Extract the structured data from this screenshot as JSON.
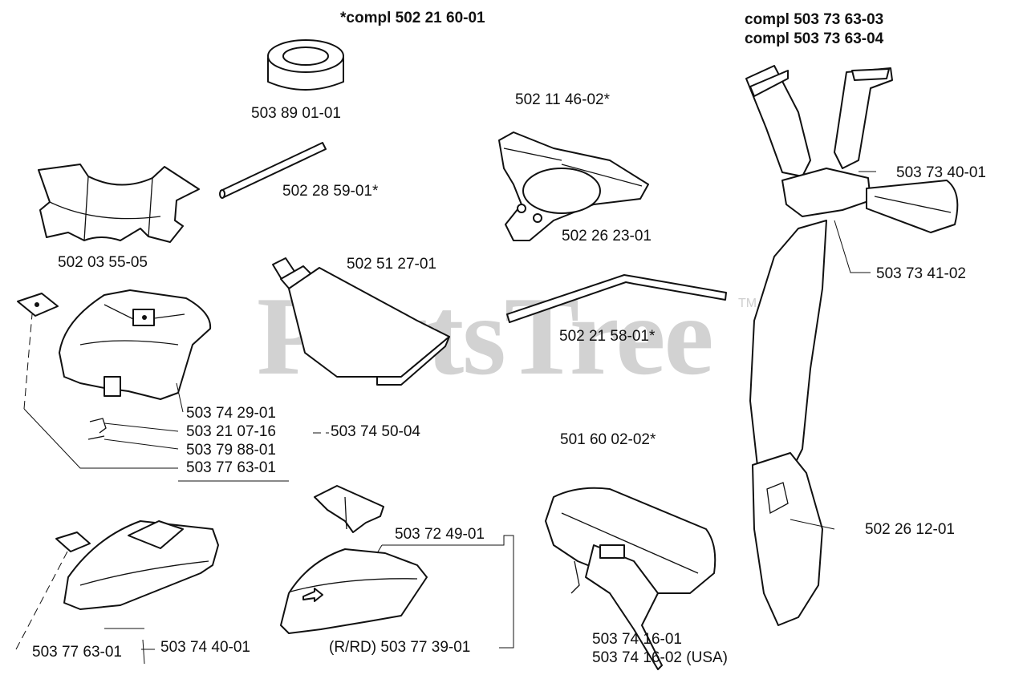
{
  "watermark": {
    "brand": "PartsTree",
    "tm": "TM"
  },
  "headers": {
    "kit": "*compl 502 21 60-01",
    "harness_a": "compl 503 73 63-03",
    "harness_b": "compl 503 73 63-04"
  },
  "labels": {
    "p1": "503 89 01-01",
    "p2": "502 28 59-01*",
    "p3": "502 03 55-05",
    "p4": "502 51 27-01",
    "p5": "502 11 46-02*",
    "p6": "502 26 23-01",
    "p7": "502 21 58-01*",
    "p8": "503 74 29-01",
    "p9": "503 21 07-16",
    "p10": "503 74 50-04",
    "p11": "503 79 88-01",
    "p12": "503 77 63-01",
    "p13": "501 60 02-02*",
    "p14": "503 72 49-01",
    "p15": "503 77 63-01",
    "p16": "503 74 40-01",
    "p17": "(R/RD) 503 77 39-01",
    "p18": "503 74 16-01",
    "p19": "503 74 16-02 (USA)",
    "p20": "503 73 40-01",
    "p21": "503 73 41-02",
    "p22": "502 26 12-01"
  },
  "parts": {
    "bushing": "bushing-part",
    "rod": "rod-part",
    "blade": "blade-part",
    "tube": "grease-tube-part",
    "support_cup": "support-cup-part",
    "hex_key": "hex-key-part",
    "guard": "trimmer-guard-part",
    "harness": "harness-part",
    "hip_pad": "hip-pad-part"
  }
}
